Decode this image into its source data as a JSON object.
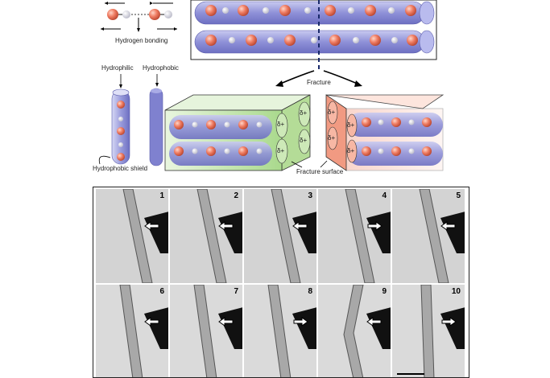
{
  "labels": {
    "hydrogen_bonding": "Hydrogen bonding",
    "hydrophilic": "Hydrophilic",
    "hydrophobic": "Hydrophobic",
    "hydrophobic_shield": "Hydrophobic shield",
    "fracture": "Fracture",
    "fracture_surface": "Fracture surface",
    "delta_plus": "δ+"
  },
  "frames": [
    {
      "num": "1",
      "arrow": "left",
      "break": false
    },
    {
      "num": "2",
      "arrow": "left",
      "break": false
    },
    {
      "num": "3",
      "arrow": "left",
      "break": false
    },
    {
      "num": "4",
      "arrow": "right",
      "break": false
    },
    {
      "num": "5",
      "arrow": "left",
      "break": false
    },
    {
      "num": "6",
      "arrow": "left",
      "break": false
    },
    {
      "num": "7",
      "arrow": "left",
      "break": false
    },
    {
      "num": "8",
      "arrow": "right",
      "break": false
    },
    {
      "num": "9",
      "arrow": "left",
      "break": true
    },
    {
      "num": "10",
      "arrow": "right",
      "break": true
    }
  ],
  "colors": {
    "tube": "#8d8fd6",
    "bead": "#e8735a",
    "green_block": "#bde3a4",
    "red_block": "#f2a38e"
  }
}
